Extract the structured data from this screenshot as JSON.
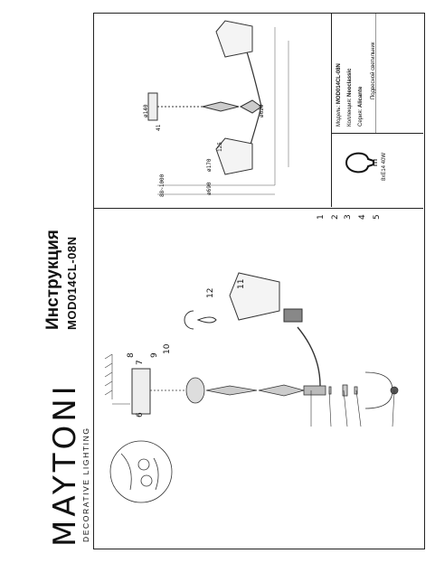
{
  "brand": {
    "name": "MAYTONI",
    "tagline": "DECORATIVE LIGHTING"
  },
  "heading": {
    "title": "Инструкция",
    "model": "MOD014CL-08N"
  },
  "callouts": [
    "1",
    "2",
    "3",
    "4",
    "5",
    "6",
    "7",
    "8",
    "9",
    "10",
    "11",
    "12"
  ],
  "dimensions": {
    "h_total": "88~1000",
    "width": "ø690",
    "height_total": "ø620",
    "ceiling": "ø140",
    "shade_w": "ø170",
    "shade_h": "125",
    "offset": "41"
  },
  "info": {
    "model_label": "Модель:",
    "model_value": "MOD014CL-08N",
    "collection_label": "Коллекция:",
    "collection_value": "Neoclassic",
    "series_label": "Серия:",
    "series_value": "Alicante",
    "type_value": "Подвесной светильник",
    "bulb": "8xE14 40W"
  }
}
